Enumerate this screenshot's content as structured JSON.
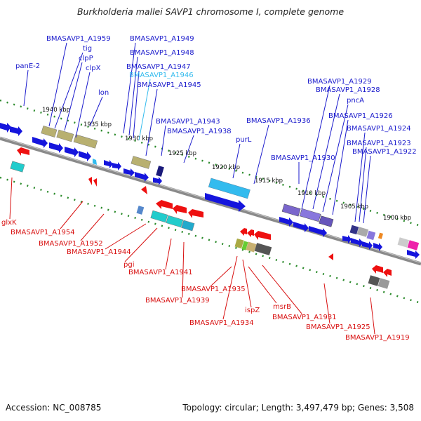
{
  "title": "Burkholderia mallei SAVP1 chromosome I, complete genome",
  "footer": {
    "accession": "Accession: NC_008785",
    "summary": "Topology: circular; Length: 3,497,479 bp; Genes: 3,508"
  },
  "colors": {
    "forward_label": "#1a1acc",
    "reverse_label": "#d81010",
    "highlight_label": "#33bbee",
    "backbone": "#888888",
    "tick": "#2a8a2a",
    "forward_arrow": "#1515dd",
    "reverse_arrow": "#ee1010"
  },
  "ruler_labels": [
    "1940 kbp",
    "1935 kbp",
    "1930 kbp",
    "1925 kbp",
    "1920 kbp",
    "1915 kbp",
    "1910 kbp",
    "1905 kbp",
    "1900 kbp"
  ],
  "forward_genes": [
    "BMASAVP1_A1959",
    "tig",
    "clpP",
    "clpX",
    "panE-2",
    "lon",
    "BMASAVP1_A1949",
    "BMASAVP1_A1948",
    "BMASAVP1_A1947",
    "BMASAVP1_A1946",
    "BMASAVP1_A1945",
    "BMASAVP1_A1943",
    "BMASAVP1_A1938",
    "purL",
    "BMASAVP1_A1936",
    "BMASAVP1_A1929",
    "BMASAVP1_A1928",
    "pncA",
    "BMASAVP1_A1926",
    "BMASAVP1_A1924",
    "BMASAVP1_A1930",
    "BMASAVP1_A1923",
    "BMASAVP1_A1922"
  ],
  "reverse_genes": [
    "glxK",
    "BMASAVP1_A1954",
    "BMASAVP1_A1952",
    "BMASAVP1_A1944",
    "pgi",
    "BMASAVP1_A1941",
    "BMASAVP1_A1935",
    "BMASAVP1_A1939",
    "BMASAVP1_A1934",
    "ispZ",
    "msrB",
    "BMASAVP1_A1931",
    "BMASAVP1_A1925",
    "BMASAVP1_A1919"
  ]
}
